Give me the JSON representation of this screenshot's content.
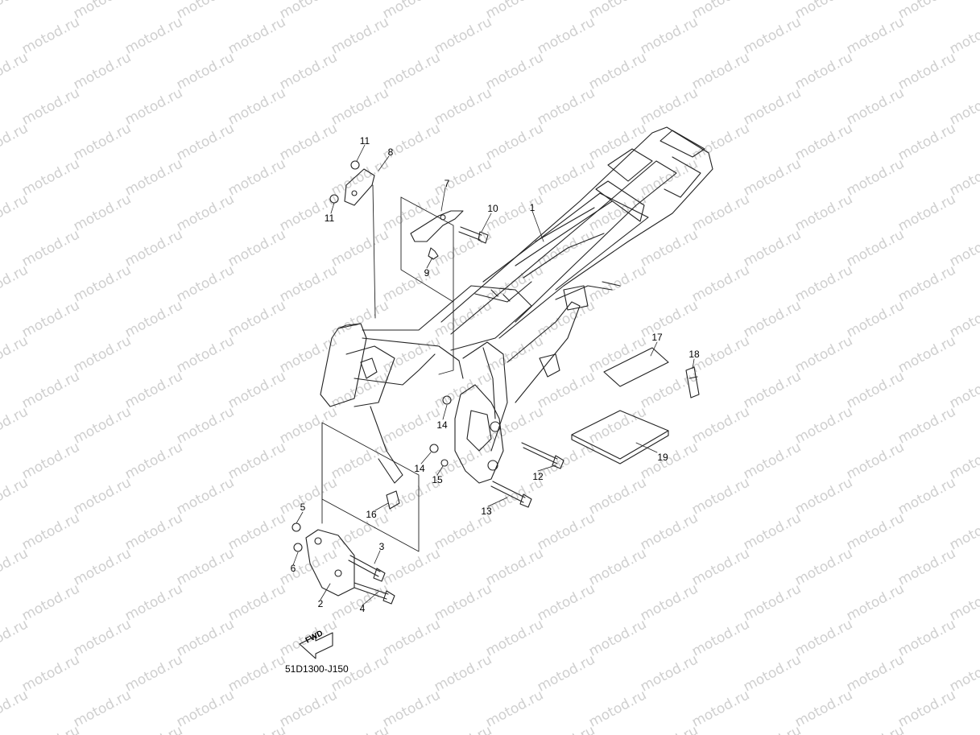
{
  "watermark": {
    "text": "motod.ru"
  },
  "diagram_code": "51D1300-J150",
  "fwd_label": "FWD",
  "callouts": [
    "1",
    "2",
    "3",
    "4",
    "5",
    "6",
    "7",
    "8",
    "9",
    "10",
    "11",
    "11",
    "12",
    "13",
    "14",
    "14",
    "15",
    "16",
    "17",
    "18",
    "19"
  ]
}
